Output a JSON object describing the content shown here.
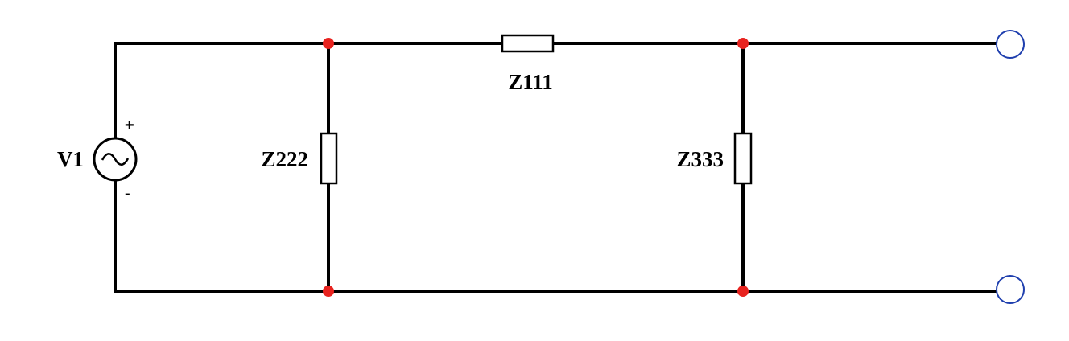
{
  "colors": {
    "wire": "#000000",
    "node": "#e8231f",
    "terminal": "#1f3fae",
    "background": "#ffffff"
  },
  "source": {
    "label": "V1",
    "plus": "+",
    "minus": "-",
    "icon": "ac-source-icon"
  },
  "components": {
    "z1": {
      "label": "Z111"
    },
    "z2": {
      "label": "Z222"
    },
    "z3": {
      "label": "Z333"
    }
  },
  "terminals": [
    "terminal-top",
    "terminal-bottom"
  ]
}
